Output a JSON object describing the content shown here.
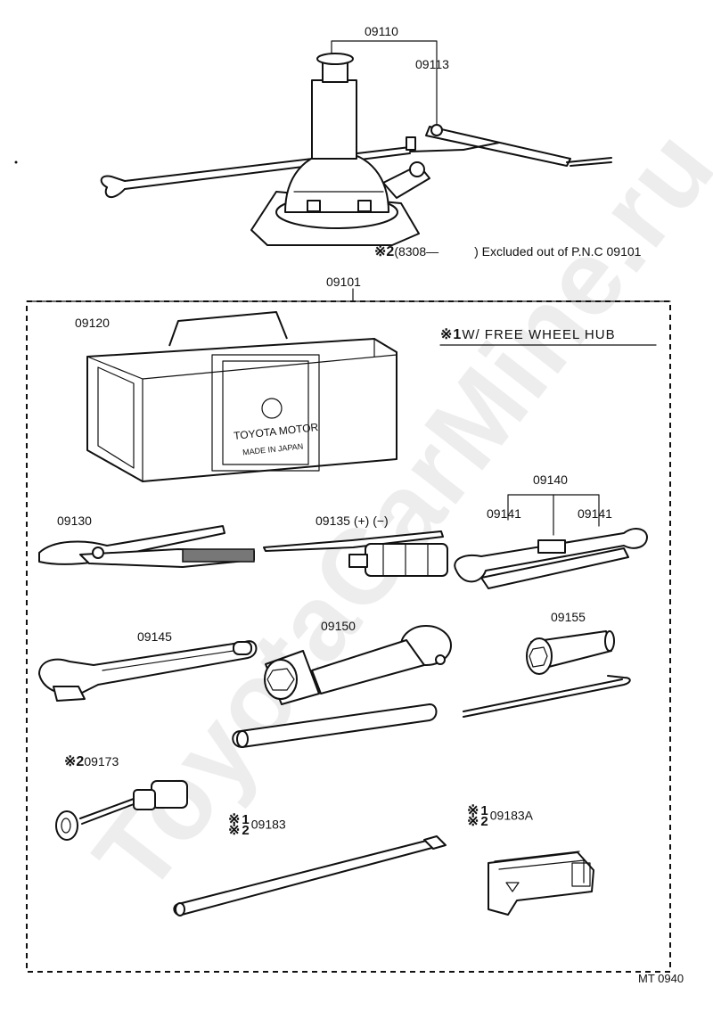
{
  "diagram": {
    "parts": {
      "jack": "09110",
      "jack_handle": "09113",
      "tool_set": "09101",
      "tool_bag": "09120",
      "pliers": "09130",
      "screwdriver": "09135 (+) (−)",
      "wrench_set": "09140",
      "wrench_left": "09141",
      "wrench_right": "09141",
      "adjustable_wrench": "09145",
      "wheel_nut_wrench": "09150",
      "plug_wrench": "09155",
      "pump_adapter": "09173",
      "hub_bar": "09183",
      "hub_tool": "09183A"
    },
    "notes": {
      "excluded_mark": "※2",
      "excluded_prefix": "(8308—",
      "excluded_suffix": ") Excluded out of P.N.C 09101",
      "free_wheel_mark": "※1",
      "free_wheel_text": "W/ FREE WHEEL HUB",
      "mark_2": "※2",
      "mark_prefix": "※",
      "frac_top": "1",
      "frac_bottom": "2"
    },
    "bag_text": {
      "brand": "TOYOTA MOTOR",
      "origin": "MADE IN JAPAN"
    },
    "footer": {
      "ref": "MT  0940"
    },
    "watermark": "ToyotaCarMine.ru"
  }
}
